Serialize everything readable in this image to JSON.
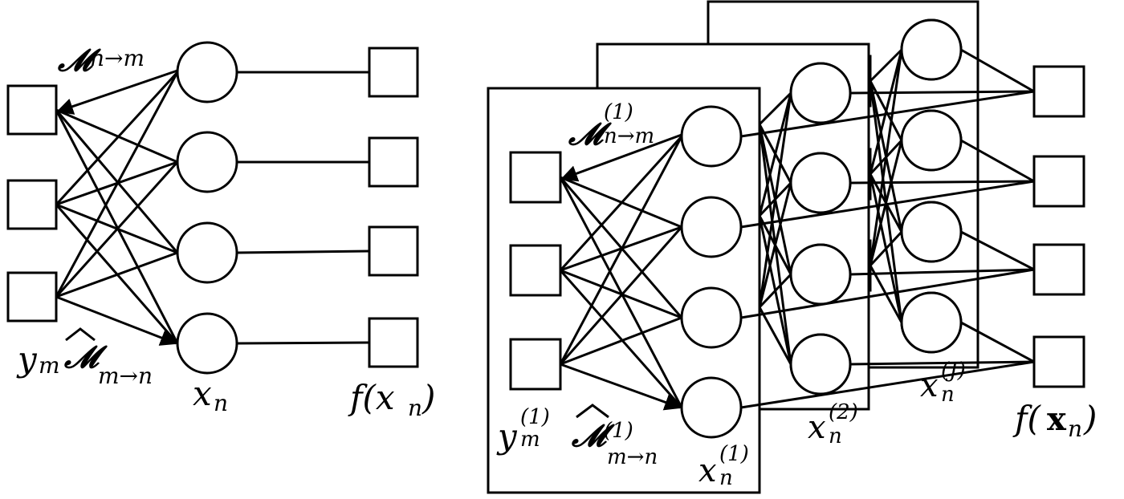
{
  "left": {
    "msg_top": {
      "main": "𝓜",
      "sub": "n→m"
    },
    "msg_bottom": {
      "main": "𝓜",
      "sub": "m→n"
    },
    "label_y": {
      "main": "y",
      "sub": "m"
    },
    "label_x": {
      "main": "x",
      "sub": "n"
    },
    "label_f": "f(x",
    "label_f_sub": "n",
    "label_f_close": ")"
  },
  "right": {
    "msg_top": {
      "main": "𝓜",
      "sup": "(1)",
      "sub": "n→m"
    },
    "msg_bottom": {
      "main": "𝓜",
      "sup": "(1)",
      "sub": "m→n"
    },
    "label_y": {
      "main": "y",
      "sup": "(1)",
      "sub": "m"
    },
    "label_x1": {
      "main": "x",
      "sup": "(1)",
      "sub": "n"
    },
    "label_x2": {
      "main": "x",
      "sup": "(2)",
      "sub": "n"
    },
    "label_xJ": {
      "main": "x",
      "sup": "(J)",
      "sub": "n"
    },
    "label_f_open": "f(",
    "label_f_bold": "x",
    "label_f_sub": "n",
    "label_f_close": ")"
  },
  "icons": {
    "factor": "square-factor-node",
    "variable": "circle-variable-node"
  }
}
